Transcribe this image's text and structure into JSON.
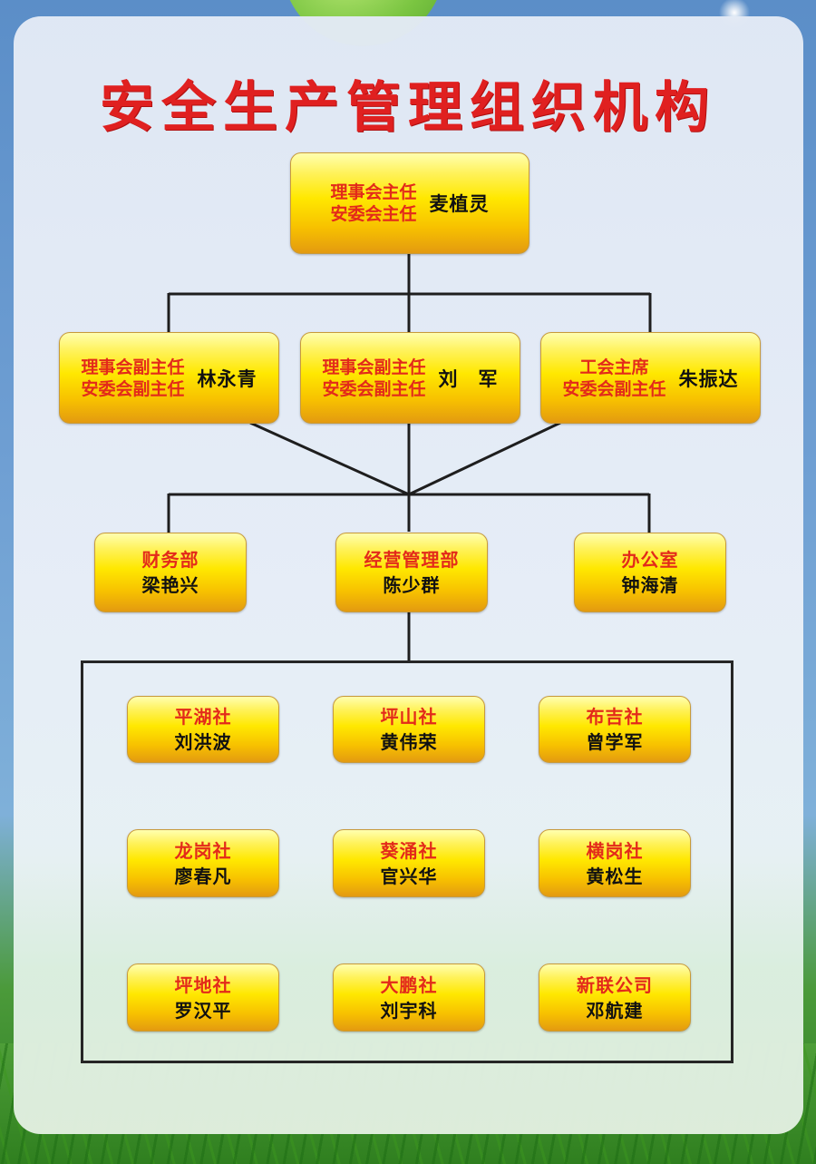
{
  "title": "安全生产管理组织机构",
  "chair": {
    "roles": [
      "理事会主任",
      "安委会主任"
    ],
    "name": "麦植灵"
  },
  "vice_chairs": [
    {
      "roles": [
        "理事会副主任",
        "安委会副主任"
      ],
      "name": "林永青"
    },
    {
      "roles": [
        "理事会副主任",
        "安委会副主任"
      ],
      "name": "刘　军"
    },
    {
      "roles": [
        "工会主席",
        "安委会副主任"
      ],
      "name": "朱振达"
    }
  ],
  "departments": [
    {
      "dept": "财务部",
      "name": "梁艳兴"
    },
    {
      "dept": "经营管理部",
      "name": "陈少群"
    },
    {
      "dept": "办公室",
      "name": "钟海清"
    }
  ],
  "branches": [
    {
      "dept": "平湖社",
      "name": "刘洪波"
    },
    {
      "dept": "坪山社",
      "name": "黄伟荣"
    },
    {
      "dept": "布吉社",
      "name": "曾学军"
    },
    {
      "dept": "龙岗社",
      "name": "廖春凡"
    },
    {
      "dept": "葵涌社",
      "name": "官兴华"
    },
    {
      "dept": "横岗社",
      "name": "黄松生"
    },
    {
      "dept": "坪地社",
      "name": "罗汉平"
    },
    {
      "dept": "大鹏社",
      "name": "刘宇科"
    },
    {
      "dept": "新联公司",
      "name": "邓航建"
    }
  ],
  "colors": {
    "title": "#e02020",
    "role_text": "#e32a1a",
    "name_text": "#111111",
    "box_top": "#fff25a",
    "box_bottom": "#e39a10",
    "connector": "#1e1e1e"
  }
}
